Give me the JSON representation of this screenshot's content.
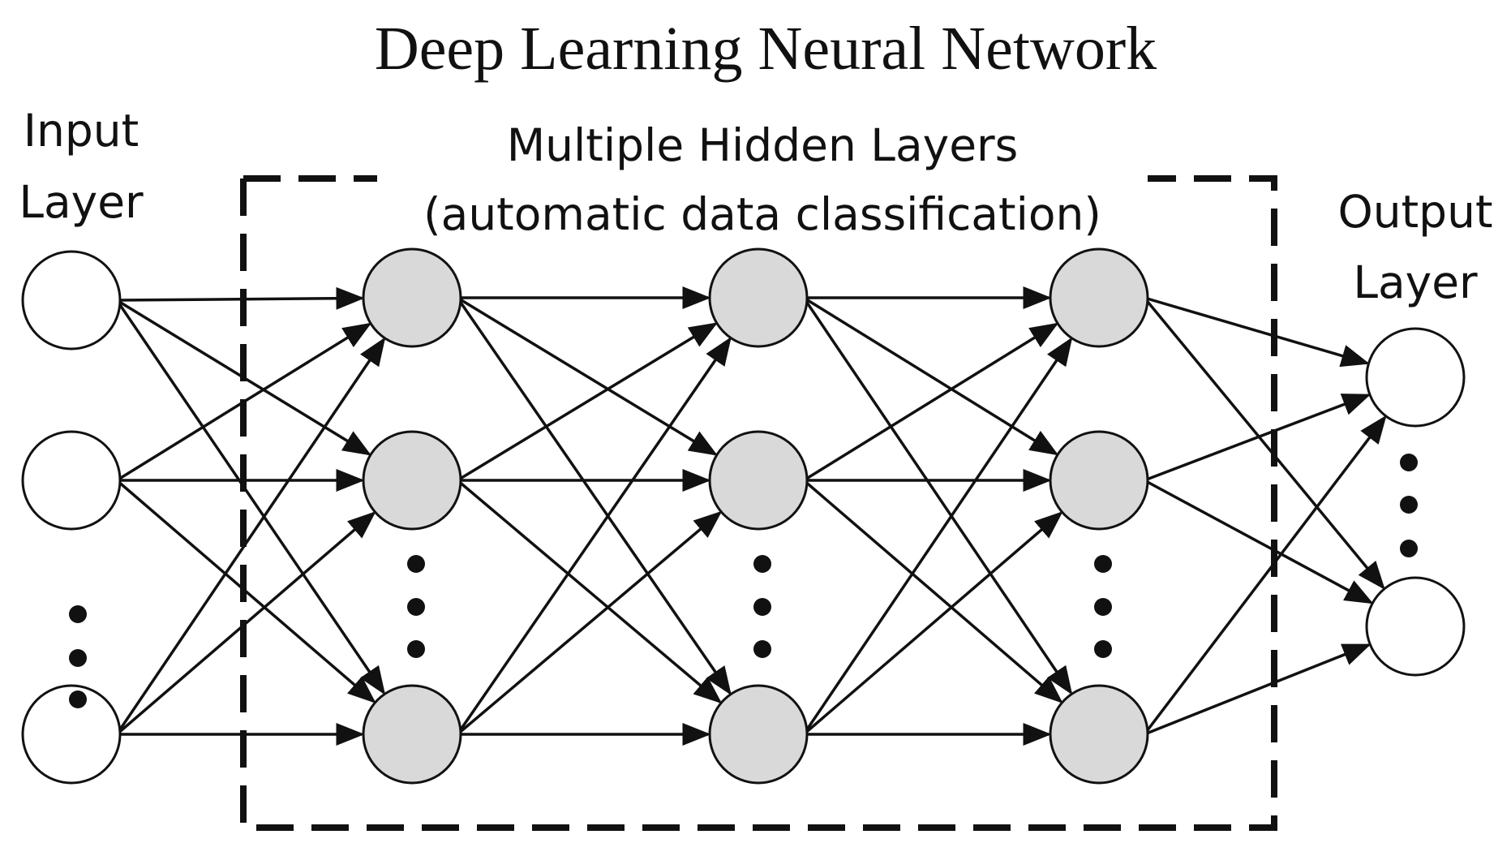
{
  "title": "Deep Learning Neural Network",
  "labels": {
    "input_layer": [
      "Input",
      "Layer"
    ],
    "hidden_layers": [
      "Multiple Hidden Layers",
      "(automatic data classification)"
    ],
    "output_layer": [
      "Output",
      "Layer"
    ]
  },
  "network": {
    "layers": [
      {
        "name": "input",
        "visible_nodes": 3,
        "ellipsis": true,
        "fill": "#ffffff"
      },
      {
        "name": "hidden-1",
        "visible_nodes": 3,
        "ellipsis": true,
        "fill": "#d9d9d9"
      },
      {
        "name": "hidden-2",
        "visible_nodes": 3,
        "ellipsis": true,
        "fill": "#d9d9d9"
      },
      {
        "name": "hidden-3",
        "visible_nodes": 3,
        "ellipsis": true,
        "fill": "#d9d9d9"
      },
      {
        "name": "output",
        "visible_nodes": 2,
        "ellipsis": true,
        "fill": "#ffffff"
      }
    ],
    "connections": "fully-connected",
    "hidden_region": "dashed-box"
  },
  "colors": {
    "stroke": "#111111",
    "hidden_node_fill": "#d9d9d9",
    "io_node_fill": "#ffffff",
    "background": "#ffffff"
  }
}
